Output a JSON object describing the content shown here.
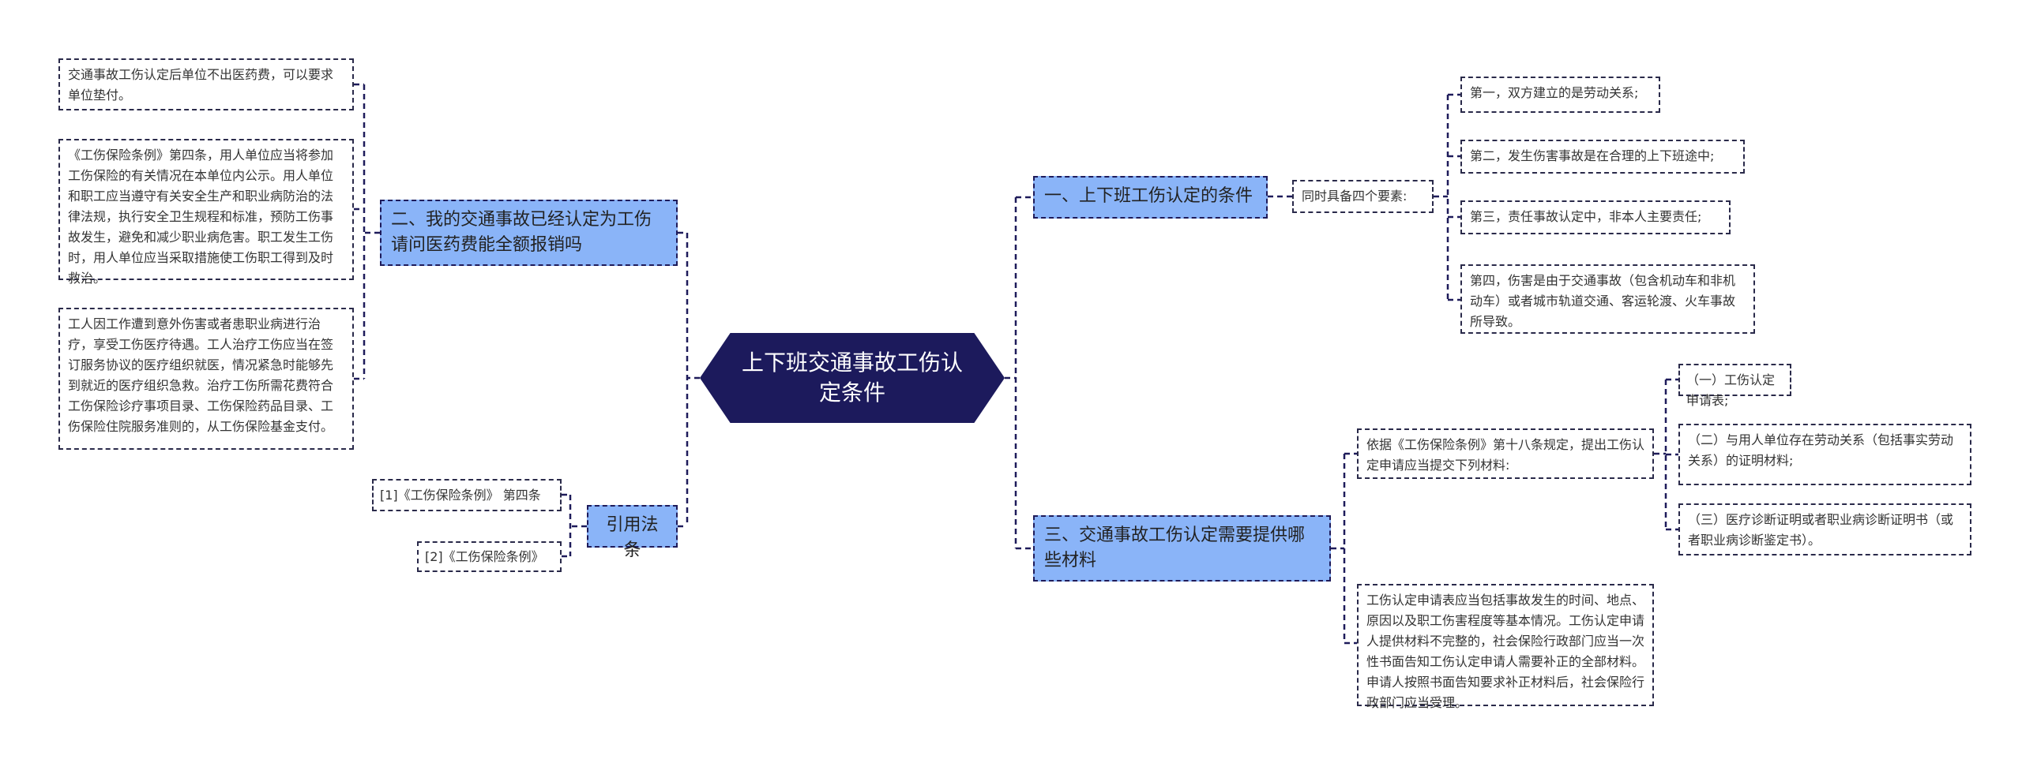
{
  "center": "上下班交通事故工伤认定条件",
  "branches": {
    "b2": {
      "title": "二、我的交通事故已经认定为工伤请问医药费能全额报销吗",
      "leaves": [
        "交通事故工伤认定后单位不出医药费，可以要求单位垫付。",
        "《工伤保险条例》第四条，用人单位应当将参加工伤保险的有关情况在本单位内公示。用人单位和职工应当遵守有关安全生产和职业病防治的法律法规，执行安全卫生规程和标准，预防工伤事故发生，避免和减少职业病危害。职工发生工伤时，用人单位应当采取措施使工伤职工得到及时救治。",
        "工人因工作遭到意外伤害或者患职业病进行治疗，享受工伤医疗待遇。工人治疗工伤应当在签订服务协议的医疗组织就医，情况紧急时能够先到就近的医疗组织急救。治疗工伤所需花费符合工伤保险诊疗事项目录、工伤保险药品目录、工伤保险住院服务准则的，从工伤保险基金支付。"
      ]
    },
    "ref": {
      "title": "引用法条",
      "leaves": [
        "[1]《工伤保险条例》 第四条",
        "[2]《工伤保险条例》"
      ]
    },
    "b1": {
      "title": "一、上下班工伤认定的条件",
      "sub": "同时具备四个要素:",
      "leaves": [
        "第一，双方建立的是劳动关系;",
        "第二，发生伤害事故是在合理的上下班途中;",
        "第三，责任事故认定中，非本人主要责任;",
        "第四，伤害是由于交通事故（包含机动车和非机动车）或者城市轨道交通、客运轮渡、火车事故所导致。"
      ]
    },
    "b3": {
      "title": "三、交通事故工伤认定需要提供哪些材料",
      "sub1": "依据《工伤保险条例》第十八条规定，提出工伤认定申请应当提交下列材料:",
      "sub1_leaves": [
        "（一）工伤认定申请表;",
        "（二）与用人单位存在劳动关系（包括事实劳动关系）的证明材料;",
        "（三）医疗诊断证明或者职业病诊断证明书（或者职业病诊断鉴定书）。"
      ],
      "sub2": "工伤认定申请表应当包括事故发生的时间、地点、原因以及职工伤害程度等基本情况。工伤认定申请人提供材料不完整的，社会保险行政部门应当一次性书面告知工伤认定申请人需要补正的全部材料。申请人按照书面告知要求补正材料后，社会保险行政部门应当受理。"
    }
  },
  "colors": {
    "center": "#1c1a5c",
    "topic": "#8ab4f8",
    "line": "#1e1b5a"
  }
}
